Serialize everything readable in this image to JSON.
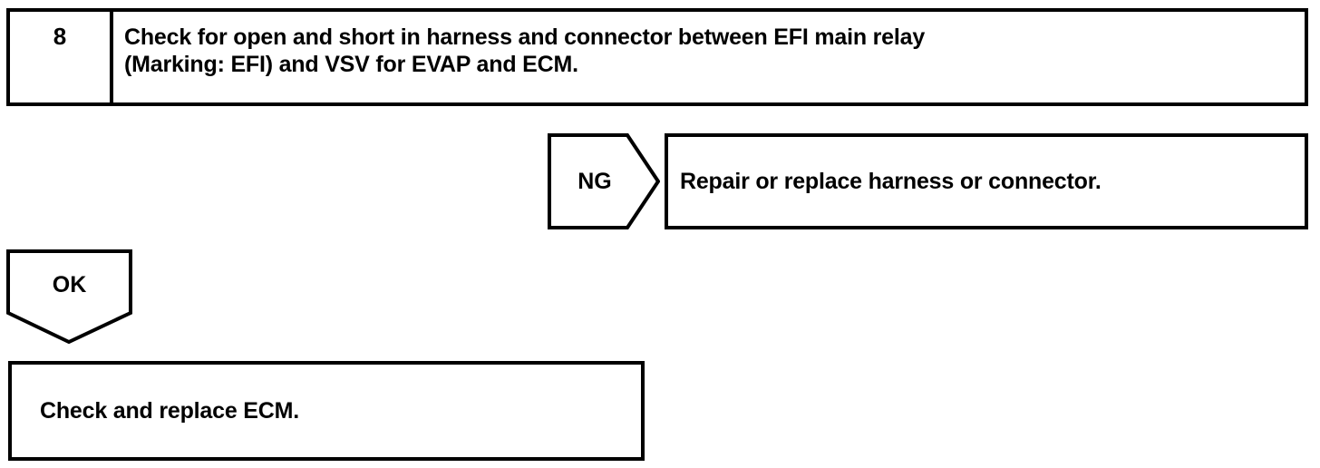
{
  "diagram": {
    "type": "troubleshooting-flowchart",
    "step": {
      "number": "8",
      "text_line1": "Check for open and short in harness and connector between EFI main relay",
      "text_line2": "(Marking: EFI) and VSV for EVAP and ECM."
    },
    "branch_ng": {
      "label": "NG",
      "action": "Repair or replace harness or connector."
    },
    "branch_ok": {
      "label": "OK",
      "action": "Check and replace ECM."
    },
    "colors": {
      "stroke": "#000000",
      "background": "#ffffff",
      "text": "#000000"
    }
  }
}
